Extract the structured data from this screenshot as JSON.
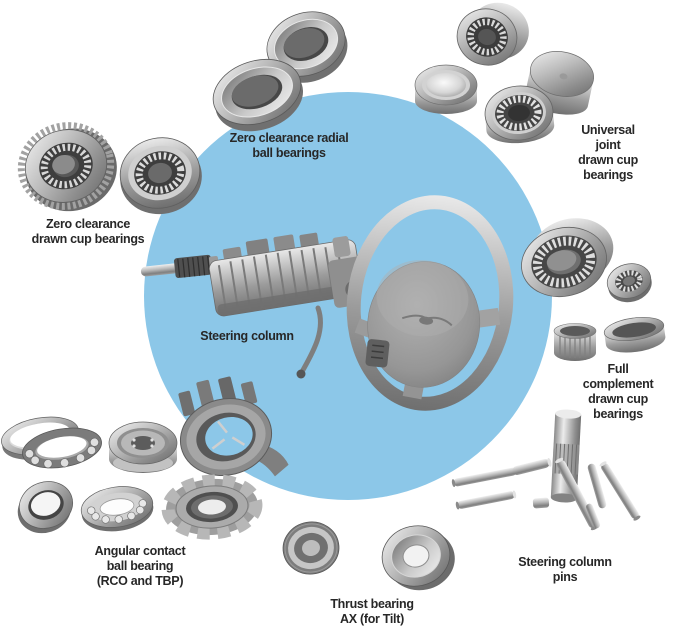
{
  "diagram": {
    "title": "Steering column bearings diagram",
    "background_color": "#ffffff",
    "circle_color": "#8cc7e8",
    "label_color": "#272727",
    "labels": [
      {
        "id": "zero-clearance-radial-ball-bearings",
        "text": "Zero clearance radial\nball bearings"
      },
      {
        "id": "universal-joint-drawn-cup-bearings",
        "text": "Universal joint\ndrawn cup bearings"
      },
      {
        "id": "zero-clearance-drawn-cup-bearings",
        "text": "Zero clearance\ndrawn cup bearings"
      },
      {
        "id": "steering-column",
        "text": "Steering column"
      },
      {
        "id": "full-complement-drawn-cup-bearings",
        "text": "Full complement\ndrawn cup bearings"
      },
      {
        "id": "angular-contact-ball-bearing",
        "text": "Angular contact\nball bearing\n(RCO and TBP)"
      },
      {
        "id": "thrust-bearing-ax",
        "text": "Thrust bearing\nAX (for Tilt)"
      },
      {
        "id": "steering-column-pins",
        "text": "Steering column pins"
      }
    ]
  }
}
